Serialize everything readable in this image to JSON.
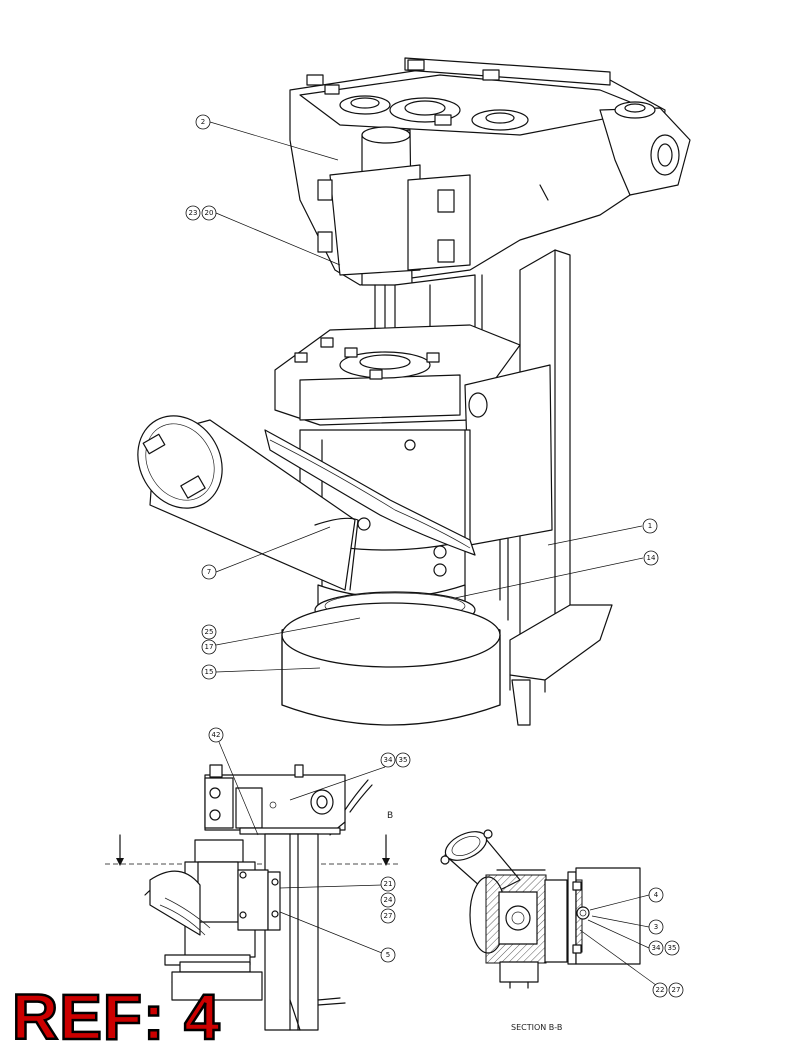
{
  "callouts": {
    "main": [
      {
        "text": "2"
      },
      {
        "text": "23"
      },
      {
        "text": "20"
      },
      {
        "text": "1"
      },
      {
        "text": "14"
      },
      {
        "text": "7"
      },
      {
        "text": "25"
      },
      {
        "text": "17"
      },
      {
        "text": "15"
      }
    ],
    "side": [
      {
        "text": "42"
      },
      {
        "text": "34"
      },
      {
        "text": "35"
      },
      {
        "text": "21"
      },
      {
        "text": "24"
      },
      {
        "text": "27"
      },
      {
        "text": "5"
      }
    ],
    "section": [
      {
        "text": "4"
      },
      {
        "text": "3"
      },
      {
        "text": "34"
      },
      {
        "text": "35"
      },
      {
        "text": "22"
      },
      {
        "text": "27"
      }
    ]
  },
  "section_marker": "B",
  "section_title": "SECTION B-B",
  "ref_label": "REF: 4"
}
